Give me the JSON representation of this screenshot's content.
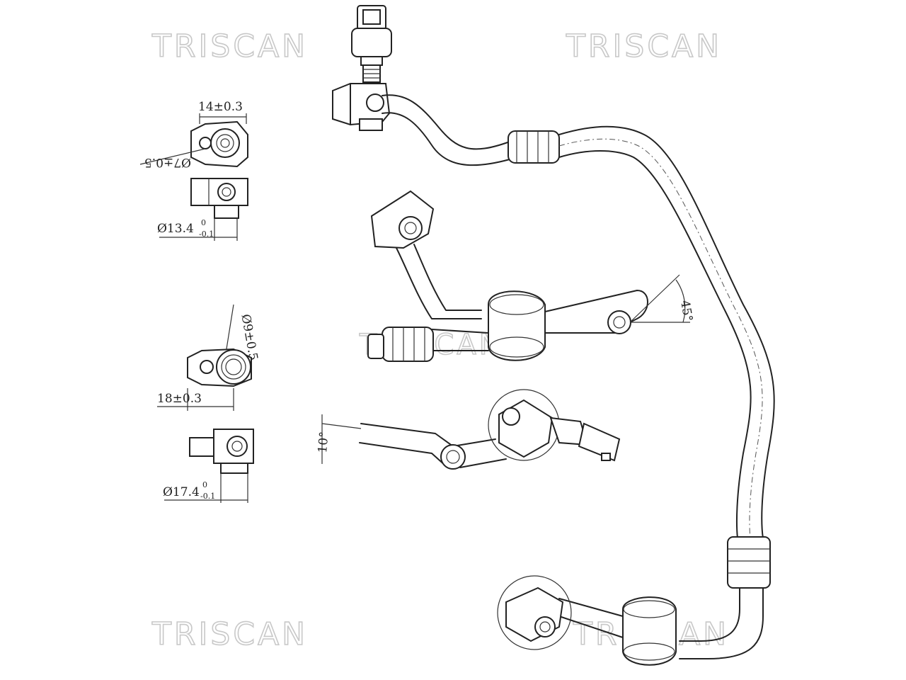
{
  "watermarks": {
    "top_left": "TRISCAN",
    "top_right": "TRISCAN",
    "bottom_left": "TRISCAN",
    "bottom_right": "TRISCAN",
    "center": "TRISCAN"
  },
  "dimensions": {
    "width_14": "14±0.3",
    "dia_7": "Ø7±0.5",
    "dia_13_4": "Ø13.4",
    "dia_13_4_upper": "0",
    "dia_13_4_lower": "-0.1",
    "dia_9": "Ø9±0.5",
    "width_18": "18±0.3",
    "dia_17_4": "Ø17.4",
    "dia_17_4_upper": "0",
    "dia_17_4_lower": "-0.1",
    "angle_45": "45°",
    "angle_10": "10°"
  }
}
